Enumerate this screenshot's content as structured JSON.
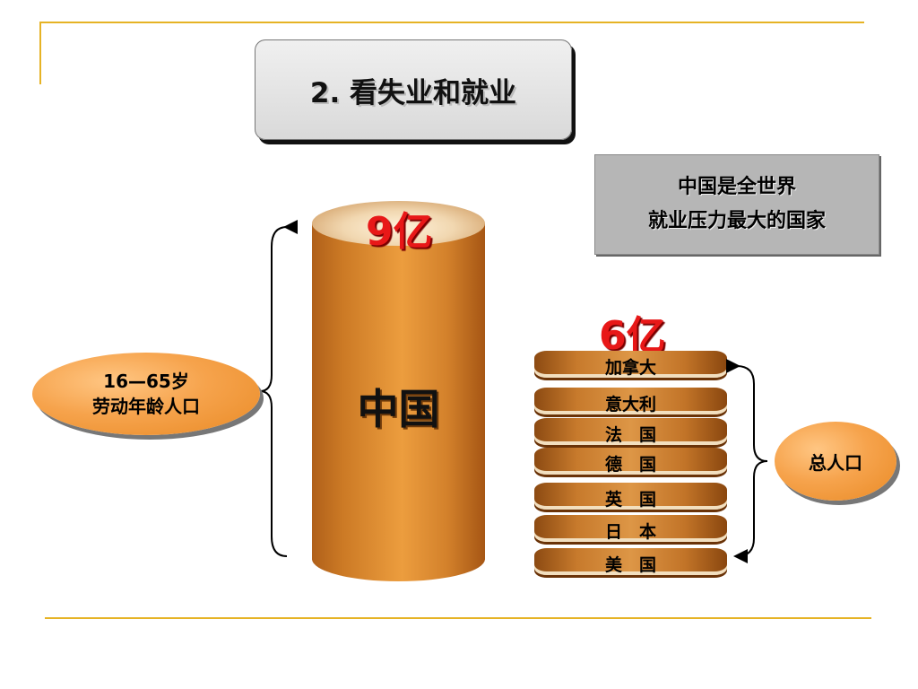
{
  "title": "2. 看失业和就业",
  "note": {
    "line1": "中国是全世界",
    "line2": "就业压力最大的国家"
  },
  "china": {
    "label": "中国",
    "population": "9亿"
  },
  "others": {
    "total": "6亿",
    "countries": [
      "加拿大",
      "意大利",
      "法　国",
      "德　国",
      "英　国",
      "日　本",
      "美　国"
    ]
  },
  "labor_badge": {
    "line1": "16—65岁",
    "line2": "劳动年龄人口"
  },
  "total_badge": "总人口",
  "colors": {
    "accent_line": "#e6b325",
    "cylinder": "#ec9d3e",
    "number": "#e81818",
    "badge": "#f6a34c"
  }
}
